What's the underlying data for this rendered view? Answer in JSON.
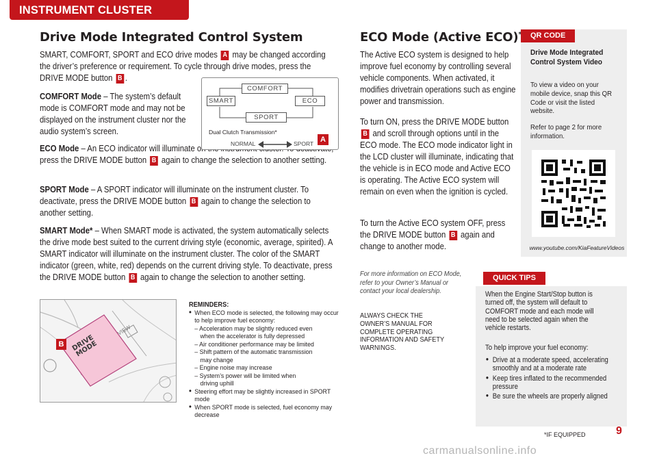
{
  "header": {
    "section": "INSTRUMENT CLUSTER"
  },
  "left": {
    "title": "Drive Mode Integrated Control System",
    "intro_a": "SMART, COMFORT, SPORT and ECO drive modes",
    "intro_b": "may be changed according the driver’s preference or requirement. To cycle through drive modes, press the DRIVE MODE button",
    "comfort_label": "COMFORT Mode",
    "comfort_text": " – The system’s default mode is COMFORT mode and may not be displayed on the instrument cluster nor the audio system’s screen.",
    "eco_label": "ECO Mode",
    "eco_text_a": " – An ECO indicator will illuminate on the instrument cluster. To deactivate, press the DRIVE MODE button",
    "eco_text_b": "again to change the selection to another setting.",
    "sport_label": "SPORT Mode",
    "sport_text_a": " – A SPORT indicator will illuminate on the instrument cluster. To deactivate, press the DRIVE MODE button",
    "sport_text_b": "again to change the selection to another setting.",
    "smart_label": "SMART Mode*",
    "smart_text_a": " – When SMART mode is activated, the system automatically selects the drive mode best suited to the current driving style (economic, average, spirited). A SMART indicator will illuminate on the instrument cluster. The color of the SMART indicator (green, white, red) depends on the current driving style. To deactivate, press the DRIVE MODE button",
    "smart_text_b": "again to change the selection to another setting."
  },
  "badges": {
    "a": "A",
    "b": "B"
  },
  "mode_figure": {
    "comfort": "COMFORT",
    "smart": "SMART",
    "eco": "ECO",
    "sport": "SPORT",
    "transmission": "Dual Clutch Transmission*",
    "normal": "NORMAL",
    "sport_right": "SPORT"
  },
  "dash_figure": {
    "button_line1": "DRIVE",
    "button_line2": "MODE",
    "view_label": "VIEW"
  },
  "reminders": {
    "title": "REMINDERS:",
    "eco_intro": "When ECO mode is selected, the following may occur to help improve fuel economy:",
    "eco_items": [
      "– Acceleration may be slightly reduced even",
      "when the accelerator is fully depressed",
      "– Air conditioner performance may be limited",
      "– Shift pattern of the automatic transmission",
      "may change",
      "– Engine noise may increase",
      "– System’s power will be limited when",
      "driving uphill"
    ],
    "steering": "Steering effort may be slightly increased in SPORT mode",
    "sport_fuel": "When SPORT mode is selected, fuel economy may decrease"
  },
  "middle": {
    "title": "ECO Mode (Active ECO)",
    "title_mark": "*",
    "p1": "The Active ECO system is designed to help improve fuel economy by controlling several vehicle components. When activated, it modifies drivetrain operations such as engine power and transmission.",
    "p2_a": "To turn ON, press the DRIVE MODE button",
    "p2_b": "and scroll through options until in the ECO mode. The ECO mode indicator light in the LCD cluster will illuminate, indicating that the vehicle is in ECO mode and Active ECO is operating. The Active ECO system will remain on even when the ignition is cycled.",
    "p3_a": "To turn the Active ECO system OFF, press the DRIVE MODE button",
    "p3_b": "again and change to another mode.",
    "note": "For more information on ECO Mode, refer to your Owner’s Manual or contact your local dealership.",
    "warning": "ALWAYS CHECK THE OWNER’S MANUAL FOR COMPLETE OPERATING INFORMATION AND SAFETY WARNINGS."
  },
  "qr": {
    "tag": "QR CODE",
    "title": "Drive Mode Integrated Control System Video",
    "text1": "To view a video on your mobile device, snap this QR Code or visit the listed website.",
    "text2": "Refer to page 2 for more information.",
    "url": "www.youtube.com/KiaFeatureVideos"
  },
  "tips": {
    "tag": "QUICK TIPS",
    "p1": "When the Engine Start/Stop button is turned off, the system will default to COMFORT mode and each mode will need to be selected again when the vehicle restarts.",
    "p2": "To help improve your fuel economy:",
    "items": [
      "Drive at a moderate speed, accelerating smoothly and at a moderate rate",
      "Keep tires inflated to the recommended pressure",
      "Be sure the wheels are properly aligned"
    ]
  },
  "footer": {
    "note": "*IF EQUIPPED",
    "page": "9",
    "watermark": "carmanualsonline.info"
  }
}
